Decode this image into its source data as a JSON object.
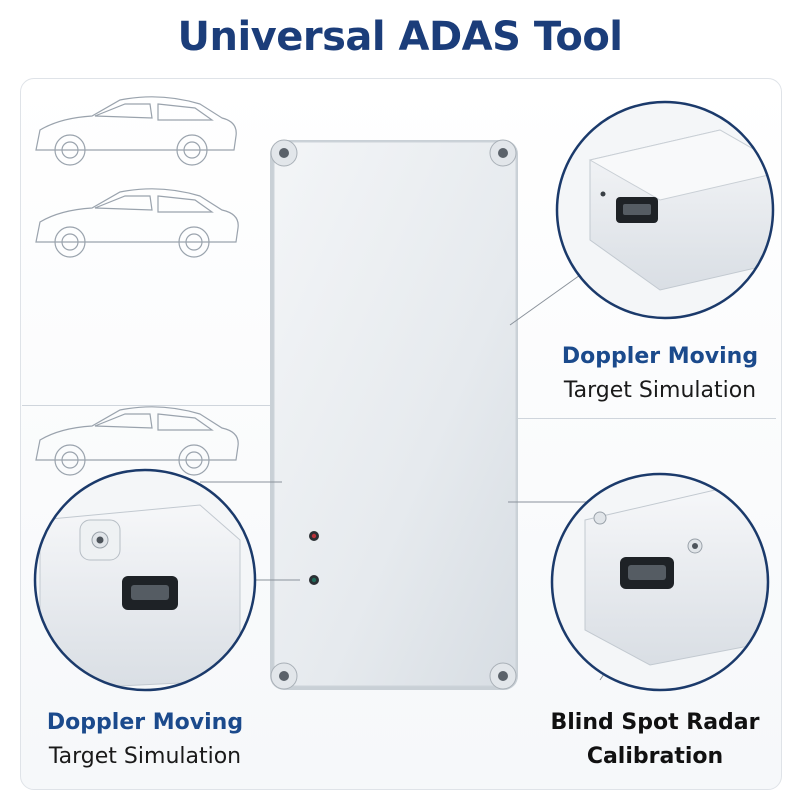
{
  "title": "Universal ADAS Tool",
  "captions": {
    "top_right": {
      "line1": "Doppler Moving",
      "line2": "Target Simulation"
    },
    "bottom_left": {
      "line1": "Doppler Moving",
      "line2": "Target Simulation"
    },
    "bottom_right": {
      "line1": "Blind Spot Radar",
      "line2": "Calibration"
    }
  },
  "colors": {
    "title": "#1b3d7a",
    "accent": "#1b4a8c",
    "device_body": "#e8ecef",
    "callout_ring": "#1b3a6b"
  },
  "icons": [
    "car-outline-icon",
    "car-outline-icon",
    "car-outline-icon",
    "hdmi-port-icon",
    "led-indicator-icon"
  ]
}
